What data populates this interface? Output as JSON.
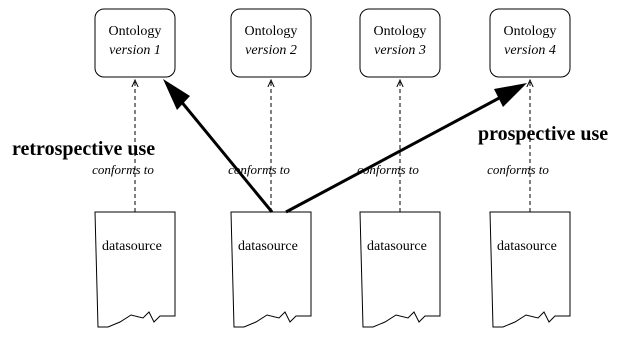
{
  "ontologies": [
    {
      "title": "Ontology",
      "version": "version 1"
    },
    {
      "title": "Ontology",
      "version": "version 2"
    },
    {
      "title": "Ontology",
      "version": "version 3"
    },
    {
      "title": "Ontology",
      "version": "version 4"
    }
  ],
  "datasources": [
    {
      "label": "datasource"
    },
    {
      "label": "datasource"
    },
    {
      "label": "datasource"
    },
    {
      "label": "datasource"
    }
  ],
  "relation_label": "conforms to",
  "labels": {
    "retrospective": "retrospective use",
    "prospective": "prospective use"
  }
}
